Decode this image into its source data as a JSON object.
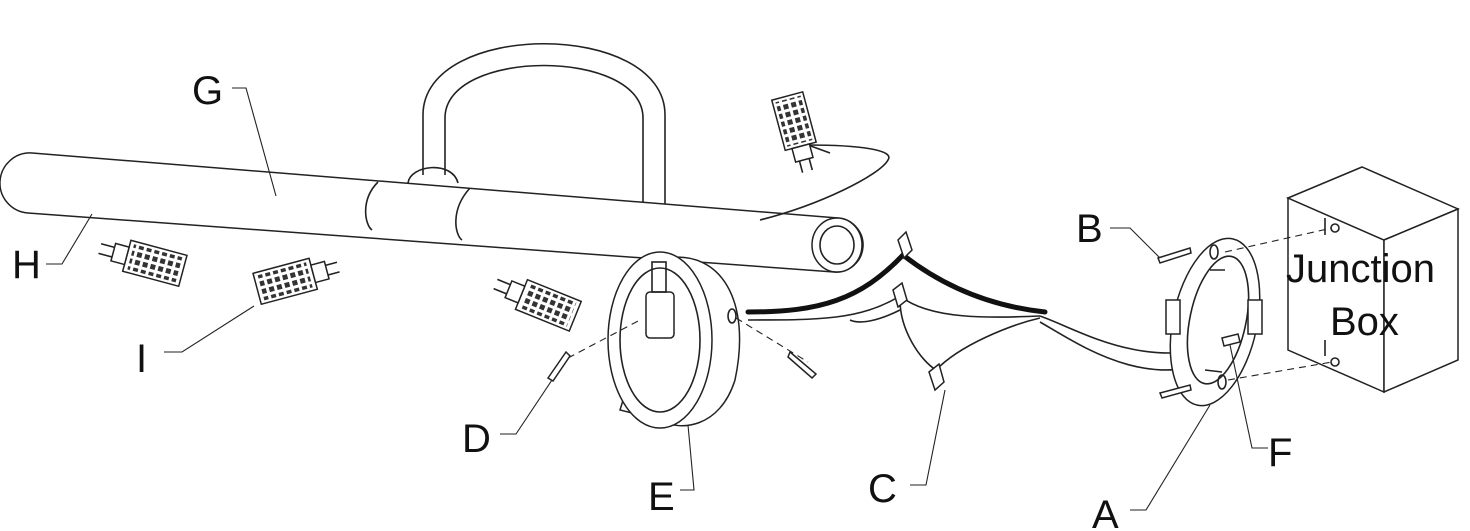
{
  "labels": {
    "A": "A",
    "B": "B",
    "C": "C",
    "D": "D",
    "E": "E",
    "F": "F",
    "G": "G",
    "H": "H",
    "I": "I"
  },
  "junction_box": {
    "line1": "Junction",
    "line2": "Box"
  }
}
